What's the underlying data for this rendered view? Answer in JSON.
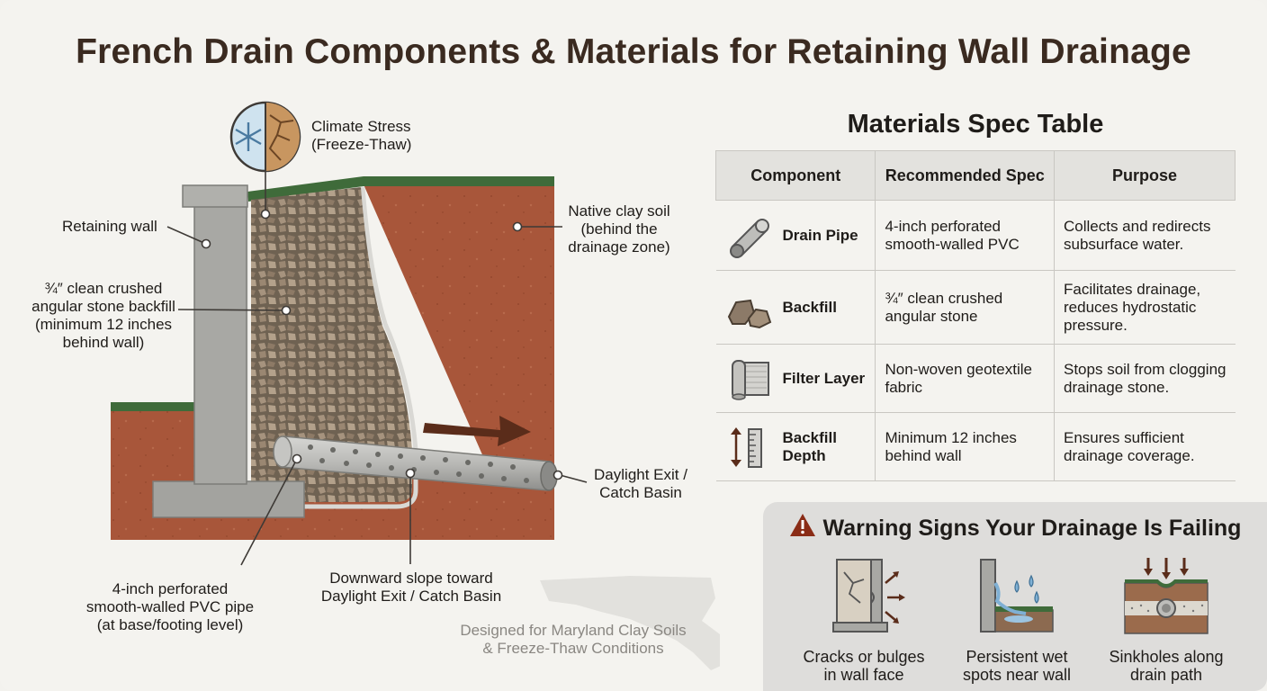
{
  "title": "French Drain Components & Materials for Retaining Wall Drainage",
  "diagram": {
    "climate_stress": "Climate Stress\n(Freeze-Thaw)",
    "retaining_wall": "Retaining wall",
    "backfill": "¾″ clean crushed\nangular stone backfill\n(minimum 12 inches\nbehind wall)",
    "native_soil": "Native clay soil\n(behind the\ndrainage zone)",
    "daylight_exit": "Daylight Exit /\nCatch Basin",
    "pipe": "4-inch perforated\nsmooth-walled PVC pipe\n(at base/footing level)",
    "slope": "Downward slope toward\nDaylight Exit / Catch Basin",
    "designed_for": "Designed for Maryland Clay Soils\n& Freeze-Thaw Conditions"
  },
  "spec_table": {
    "title": "Materials Spec Table",
    "headers": [
      "Component",
      "Recommended Spec",
      "Purpose"
    ],
    "rows": [
      {
        "icon": "pipe-icon",
        "component": "Drain Pipe",
        "spec": "4-inch perforated\nsmooth-walled PVC",
        "purpose": "Collects and redirects\nsubsurface water."
      },
      {
        "icon": "stone-icon",
        "component": "Backfill",
        "spec": "¾″ clean crushed\nangular stone",
        "purpose": "Facilitates drainage,\nreduces hydrostatic\npressure."
      },
      {
        "icon": "fabric-roll-icon",
        "component": "Filter Layer",
        "spec": "Non-woven geotextile\nfabric",
        "purpose": "Stops soil from clogging\ndrainage stone."
      },
      {
        "icon": "depth-ruler-icon",
        "component": "Backfill\nDepth",
        "spec": "Minimum 12 inches\nbehind wall",
        "purpose": "Ensures sufficient\ndrainage coverage."
      }
    ]
  },
  "warning": {
    "title": "Warning Signs Your Drainage Is Failing",
    "items": [
      {
        "icon": "cracked-wall-icon",
        "caption": "Cracks or bulges\nin wall face"
      },
      {
        "icon": "wet-spots-icon",
        "caption": "Persistent wet\nspots near wall"
      },
      {
        "icon": "sinkhole-icon",
        "caption": "Sinkholes along\ndrain path"
      }
    ]
  },
  "colors": {
    "soil": "#a8563a",
    "grass": "#3f6b3a",
    "concrete": "#a8a8a4",
    "gravel": "#8c7a68",
    "arrow": "#5a2c1a",
    "title": "#3a2a20"
  }
}
